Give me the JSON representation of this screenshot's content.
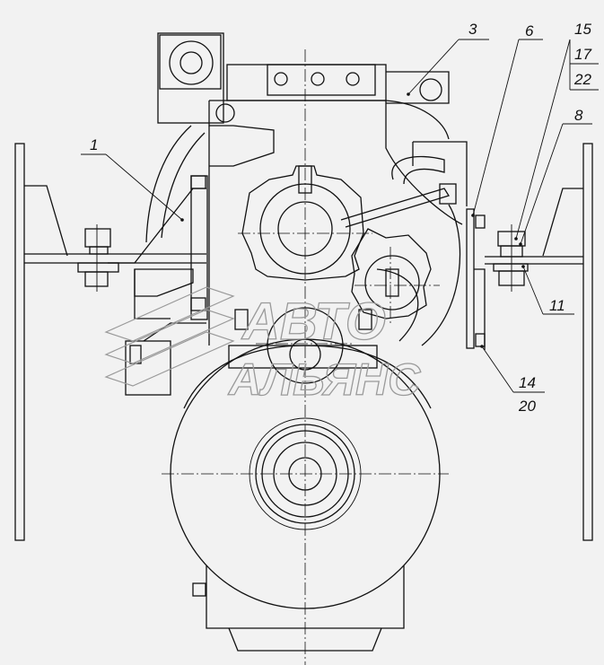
{
  "callouts": {
    "c1": "1",
    "c3": "3",
    "c6": "6",
    "c8": "8",
    "c11": "11",
    "c14": "14",
    "c15": "15",
    "c17": "17",
    "c20": "20",
    "c22": "22"
  },
  "watermark": {
    "line1": "АВТО",
    "line2": "АЛЬЯНС"
  },
  "colors": {
    "background": "#f2f2f2",
    "line": "#111111",
    "watermark": "#9a9a9a"
  }
}
